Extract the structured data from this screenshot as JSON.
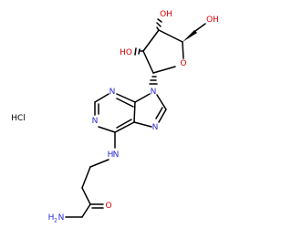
{
  "molecule": {
    "salt": "HCl",
    "colors": {
      "carbon_bond": "#000000",
      "oxygen": "#d40000",
      "nitrogen": "#2a2ad4"
    },
    "atoms": {
      "ribose_oh_top": "OH",
      "ribose_ch2oh": "OH",
      "ribose_oh_left": "HO",
      "ribose_ring_o": "O",
      "n9": "N",
      "n7": "N",
      "n1": "N",
      "n3": "N",
      "nh": "N",
      "nh_h": "H",
      "amide_o": "O",
      "amide_n": "H",
      "amide_n_sub": "2",
      "amide_n_tail": "N"
    }
  }
}
